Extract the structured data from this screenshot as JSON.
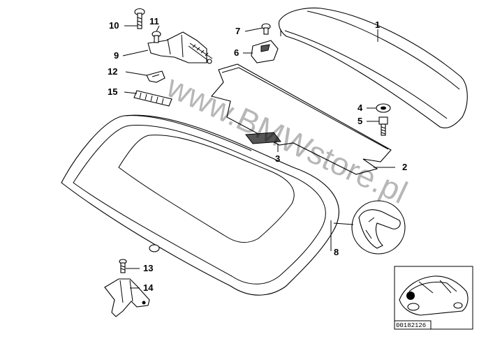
{
  "diagram": {
    "watermark": "www.BMWstore.pl",
    "reference_code": "00182126",
    "callouts": [
      "1",
      "2",
      "3",
      "4",
      "5",
      "6",
      "7",
      "8",
      "9",
      "10",
      "11",
      "12",
      "13",
      "14",
      "15"
    ]
  }
}
